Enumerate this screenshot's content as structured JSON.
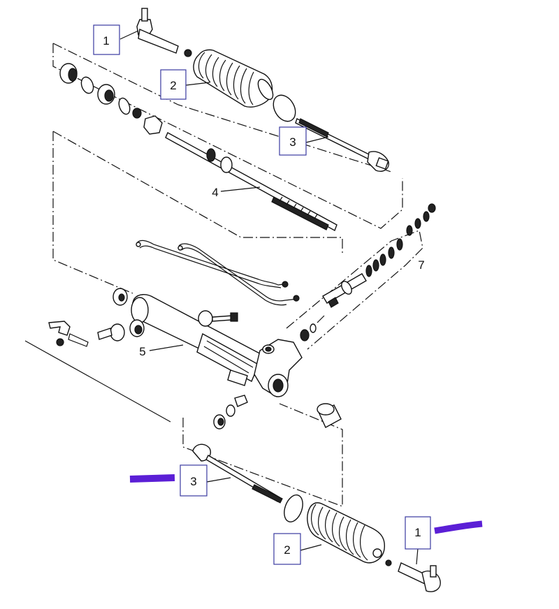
{
  "callouts": {
    "c1_top": "1",
    "c2_top": "2",
    "c3_top": "3",
    "c4": "4",
    "c5": "5",
    "c7": "7",
    "c3_bottom": "3",
    "c2_bottom": "2",
    "c1_bottom": "1"
  },
  "colors": {
    "callout_box_border": "#3a3aa0",
    "highlight_stroke": "#5b1fd6"
  }
}
